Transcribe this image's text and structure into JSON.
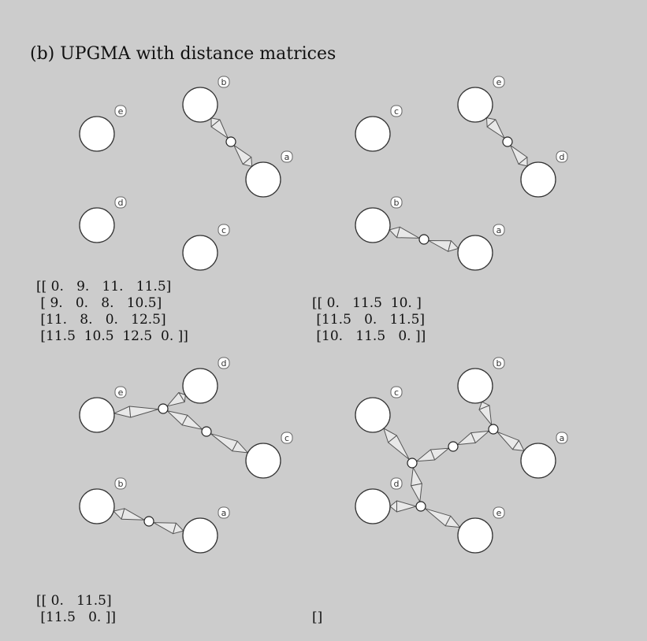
{
  "title": "(b) UPGMA with distance matrices",
  "panels": [
    {
      "id": "panel-1",
      "leaves": [
        "e",
        "b",
        "a",
        "d",
        "c"
      ],
      "clusters": [
        [
          "b",
          "a"
        ]
      ],
      "matrix": "[[ 0.   9.   11.   11.5]\n [ 9.   0.   8.   10.5]\n [11.   8.   0.   12.5]\n [11.5  10.5  12.5  0. ]]"
    },
    {
      "id": "panel-2",
      "leaves": [
        "c",
        "e",
        "d",
        "b",
        "a"
      ],
      "clusters": [
        [
          "e",
          "d"
        ],
        [
          "b",
          "a"
        ]
      ],
      "matrix": "[[ 0.   11.5  10. ]\n [11.5   0.   11.5]\n [10.   11.5   0. ]]"
    },
    {
      "id": "panel-3",
      "leaves": [
        "d",
        "e",
        "c",
        "b",
        "a"
      ],
      "clusters": [
        [
          "e",
          "d",
          "c"
        ],
        [
          "b",
          "a"
        ]
      ],
      "matrix": "[[ 0.   11.5]\n [11.5   0. ]]"
    },
    {
      "id": "panel-4",
      "leaves": [
        "b",
        "c",
        "a",
        "d",
        "e"
      ],
      "clusters": [
        [
          "c",
          "b",
          "a",
          "d",
          "e"
        ]
      ],
      "matrix": "[]"
    }
  ]
}
